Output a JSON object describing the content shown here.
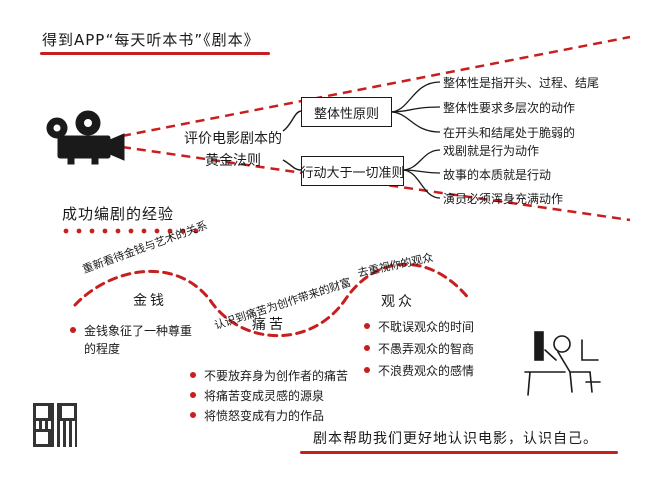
{
  "header": {
    "title": "得到APP“每天听本书”《剧本》"
  },
  "rules": {
    "center": "评价电影剧本的黄金法则",
    "box1": {
      "label": "整体性原则",
      "details": [
        "整体性是指开头、过程、结尾",
        "整体性要求多层次的动作",
        "在开头和结尾处于脆弱的"
      ]
    },
    "box2": {
      "label": "行动大于一切准则",
      "details": [
        "戏剧就是行为动作",
        "故事的本质就是行动",
        "演员必须浑身充满动作"
      ]
    }
  },
  "experience": {
    "title": "成功编剧的经验",
    "arc1": "重新看待金钱与艺术的关系",
    "arc2": "认识到痛苦为创作带来的财富",
    "arc3": "去重视你的观众",
    "nodes": {
      "money": "金钱",
      "pain": "痛苦",
      "audience": "观众"
    },
    "money_items": [
      "金钱象征了一种尊重",
      "的程度"
    ],
    "pain_items": [
      "不要放弃身为创作者的痛苦",
      "将痛苦变成灵感的源泉",
      "将愤怒变成有力的作品"
    ],
    "audience_items": [
      "不耽误观众的时间",
      "不愚弄观众的智商",
      "不浪费观众的感情"
    ]
  },
  "footer": {
    "text": "剧本帮助我们更好地认识电影，认识自己。"
  },
  "colors": {
    "accent": "#c81e1e",
    "ink": "#1a1a1a"
  },
  "icons": {
    "camera": "film-camera-icon",
    "reader": "person-reading-icon",
    "qr": "qr-code-icon"
  }
}
